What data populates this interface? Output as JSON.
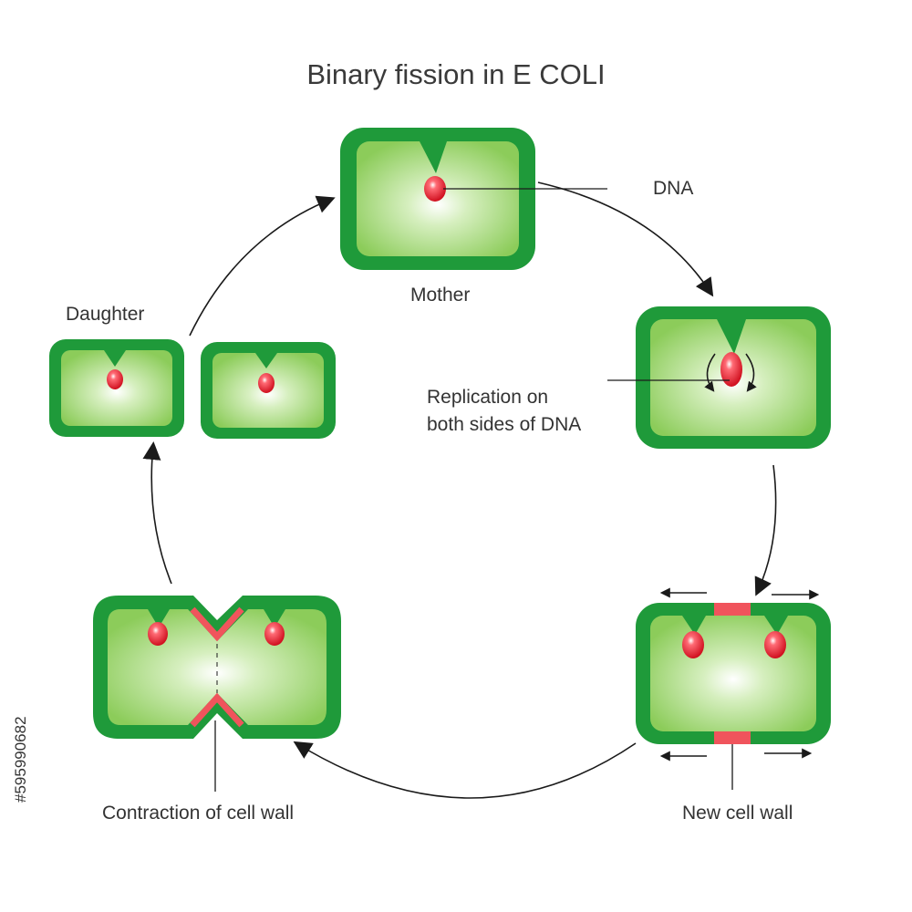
{
  "title": "Binary fission in E COLI",
  "labels": {
    "dna": "DNA",
    "mother": "Mother",
    "replication_line1": "Replication on",
    "replication_line2": "both sides of DNA",
    "daughter": "Daughter",
    "new_cell_wall": "New cell wall",
    "contraction": "Contraction of cell wall"
  },
  "stock_id": "#595990682",
  "colors": {
    "cell_wall": "#1f9a3a",
    "cytoplasm_outer": "#8ccc5a",
    "cytoplasm_center": "#ffffff",
    "dna": "#e0192e",
    "new_wall": "#f0545c",
    "arrows": "#1a1a1a",
    "text": "#333333"
  }
}
